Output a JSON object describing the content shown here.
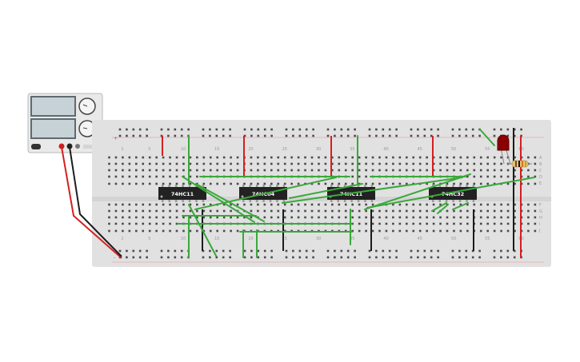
{
  "power_supply": {
    "display_top": "",
    "display_bottom": "",
    "knob_top_label": "",
    "knob_bottom_label": "",
    "terminal_colors": {
      "positive": "#cc1f1f",
      "negative": "#222222"
    }
  },
  "breadboard": {
    "column_numbers": [
      "1",
      "5",
      "10",
      "15",
      "20",
      "25",
      "30",
      "35",
      "40",
      "45",
      "50",
      "55",
      "60"
    ],
    "row_letters_top": [
      "A",
      "B",
      "C",
      "D",
      "E"
    ],
    "row_letters_bottom": [
      "F",
      "G",
      "H",
      "I",
      "J"
    ],
    "rail_plus": "+",
    "rail_minus": "-"
  },
  "chips": [
    {
      "label": "74HC11"
    },
    {
      "label": "74HC04"
    },
    {
      "label": "74HC11"
    },
    {
      "label": "74HC32"
    }
  ],
  "led": {
    "color": "#8b0000"
  },
  "resistor": {
    "bands": [
      "#7a4a1c",
      "#111111",
      "#d07a18",
      "#c9a227"
    ]
  },
  "wire_colors": {
    "green": "#3aa83a",
    "red": "#d42020",
    "black": "#1c1c1c"
  }
}
